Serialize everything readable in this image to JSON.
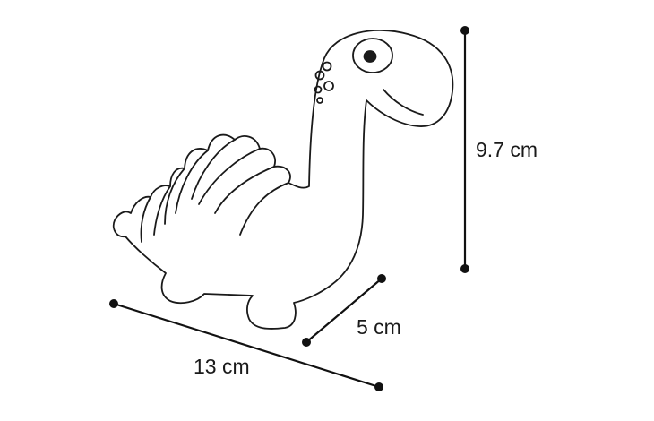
{
  "dimensions": {
    "height": {
      "label": "9.7 cm"
    },
    "depth": {
      "label": "5 cm"
    },
    "length": {
      "label": "13 cm"
    }
  },
  "colors": {
    "line": "#1a1a1a",
    "background": "#ffffff"
  },
  "icon": "dinosaur-toy-outline"
}
